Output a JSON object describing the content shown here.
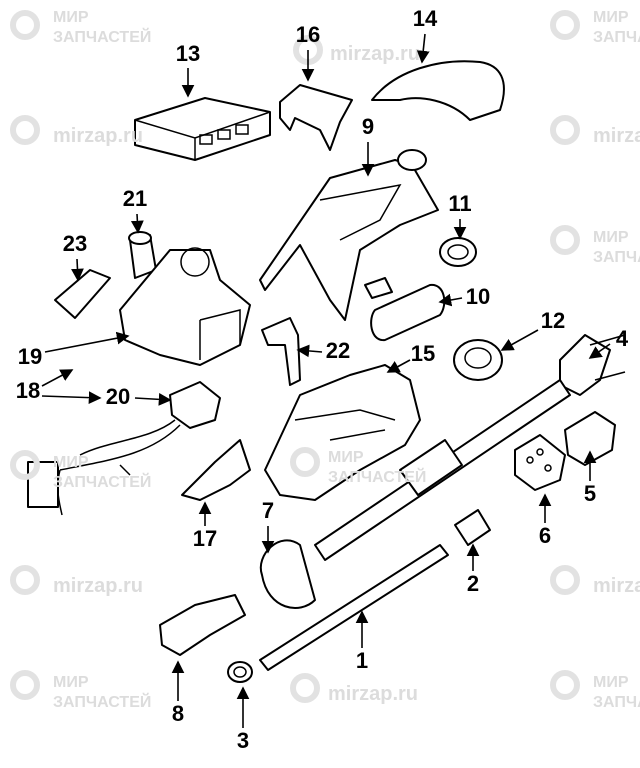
{
  "watermark": {
    "line1": "МИР",
    "line2": "ЗАПЧАСТЕЙ",
    "url": "mirzap.ru"
  },
  "parts": {
    "p1": "1",
    "p2": "2",
    "p3": "3",
    "p4": "4",
    "p5": "5",
    "p6": "6",
    "p7": "7",
    "p8": "8",
    "p9": "9",
    "p10": "10",
    "p11": "11",
    "p12": "12",
    "p13": "13",
    "p14": "14",
    "p15": "15",
    "p16": "16",
    "p17": "17",
    "p18": "18",
    "p19": "19",
    "p20": "20",
    "p21": "21",
    "p22": "22",
    "p23": "23"
  }
}
